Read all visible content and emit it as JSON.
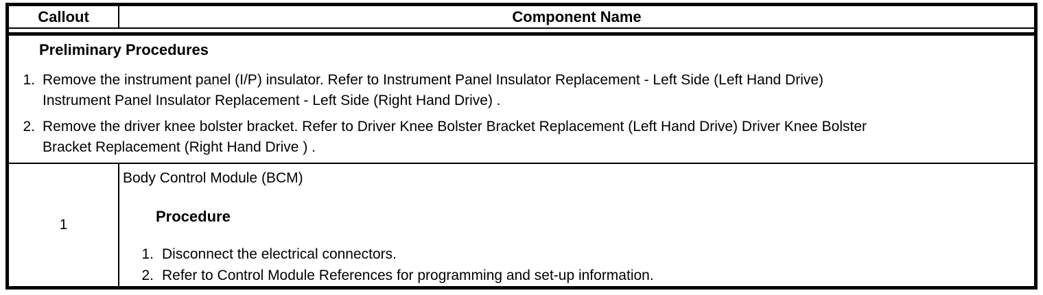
{
  "table": {
    "header": {
      "callout": "Callout",
      "component_name": "Component Name"
    },
    "preliminary": {
      "title": "Preliminary Procedures",
      "steps": [
        {
          "num": "1.",
          "text": "Remove the instrument panel (I/P) insulator. Refer to Instrument Panel Insulator Replacement - Left Side (Left Hand Drive)\nInstrument Panel Insulator Replacement - Left Side (Right Hand Drive) ."
        },
        {
          "num": "2.",
          "text": "Remove the driver knee bolster bracket. Refer to Driver Knee Bolster Bracket Replacement (Left Hand Drive) Driver Knee Bolster\nBracket Replacement (Right Hand Drive ) ."
        }
      ]
    },
    "rows": [
      {
        "callout": "1",
        "component": "Body Control Module (BCM)",
        "procedure_title": "Procedure",
        "procedure_steps": [
          {
            "num": "1.",
            "text": "Disconnect the electrical connectors."
          },
          {
            "num": "2.",
            "text": "Refer to Control Module References for programming and set-up information."
          }
        ]
      }
    ]
  }
}
